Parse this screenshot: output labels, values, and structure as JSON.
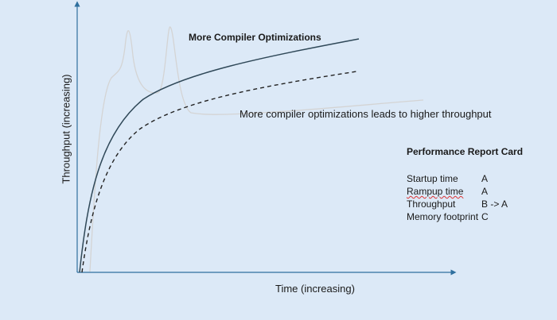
{
  "diagram": {
    "title_label": "More Compiler Optimizations",
    "note": "More compiler optimizations leads to higher throughput",
    "y_axis_label": "Throughput  (increasing)",
    "x_axis_label": "Time (increasing)",
    "report_card": {
      "title": "Performance Report Card",
      "rows": [
        {
          "metric": "Startup time",
          "grade": "A"
        },
        {
          "metric": "Rampup time",
          "grade": "A"
        },
        {
          "metric": "Throughput",
          "grade": "B -> A"
        },
        {
          "metric": "Memory footprint",
          "grade": "C"
        }
      ]
    },
    "colors": {
      "background": "#dce9f7",
      "axis": "#2e6f9e",
      "solid_curve": "#2f4858",
      "dashed_curve": "#222222",
      "spike_curve": "#d4d4d4"
    }
  }
}
